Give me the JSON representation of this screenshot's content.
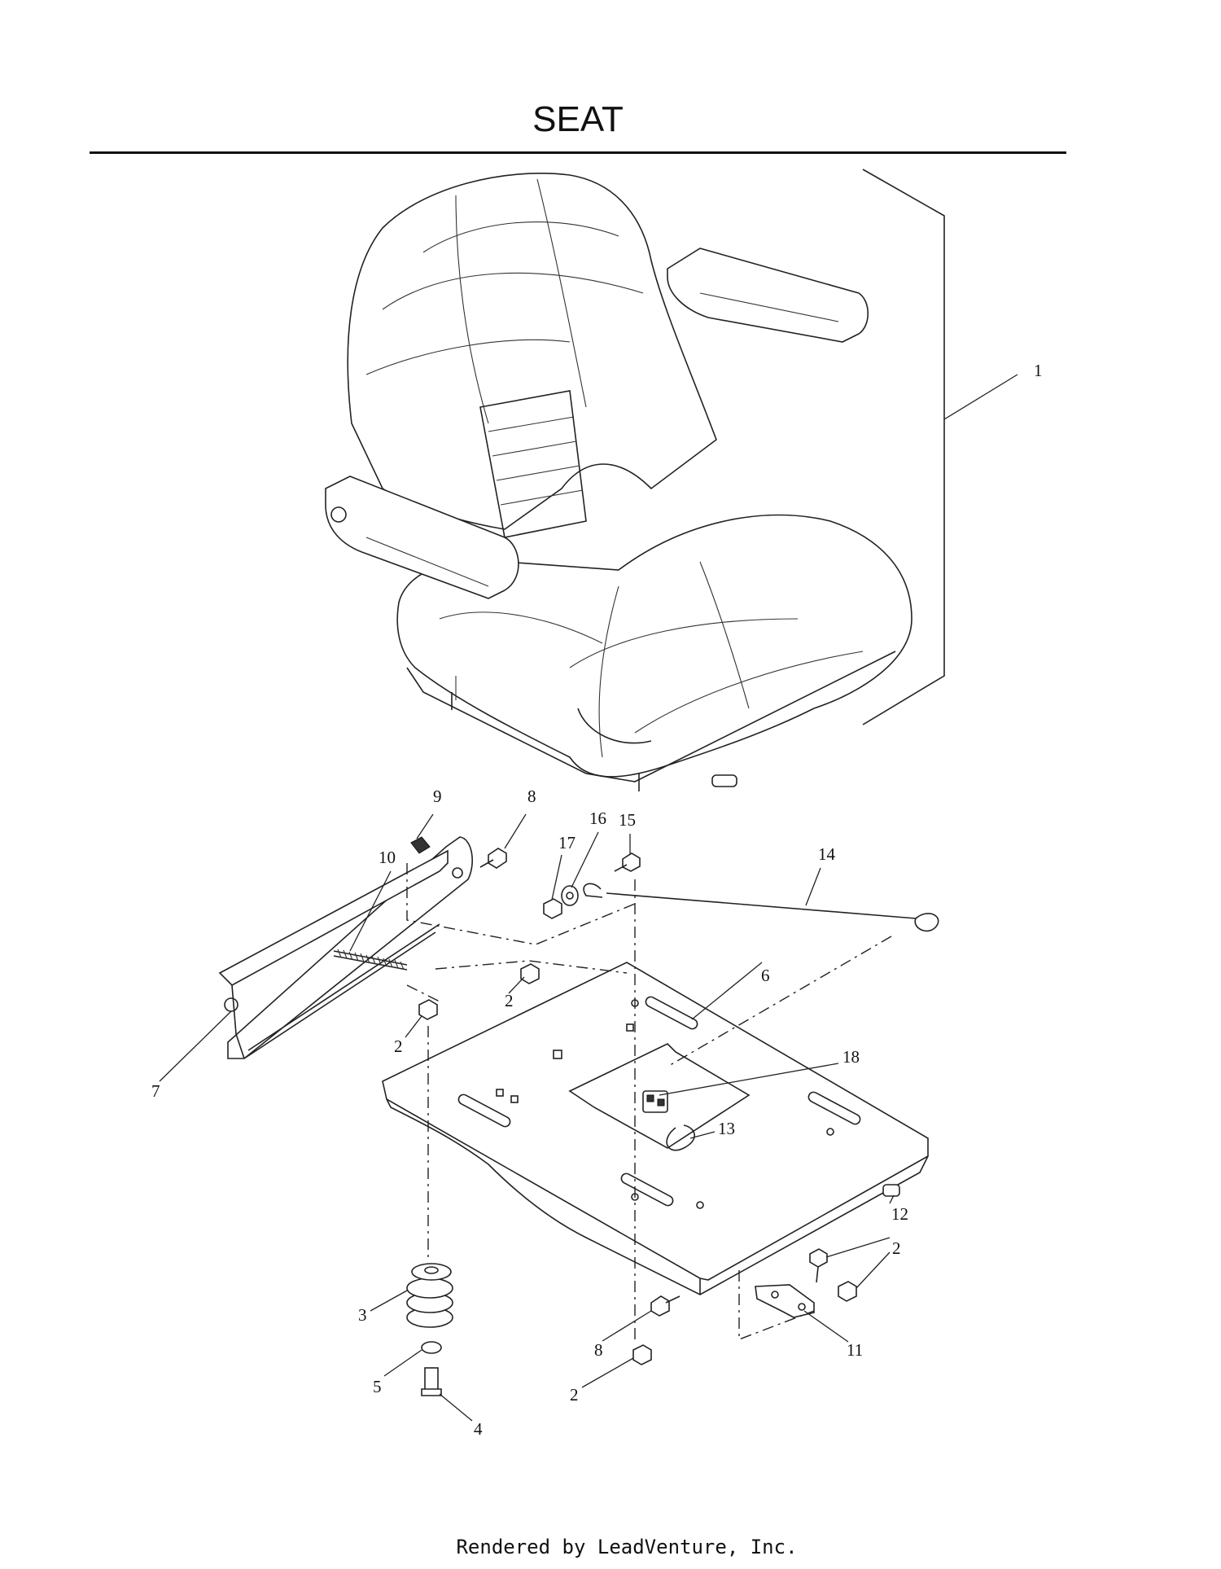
{
  "title": "SEAT",
  "footer": "Rendered by LeadVenture, Inc.",
  "callouts": [
    "1",
    "2",
    "3",
    "4",
    "5",
    "6",
    "7",
    "8",
    "9",
    "10",
    "11",
    "12",
    "13",
    "14",
    "15",
    "16",
    "17",
    "18"
  ]
}
